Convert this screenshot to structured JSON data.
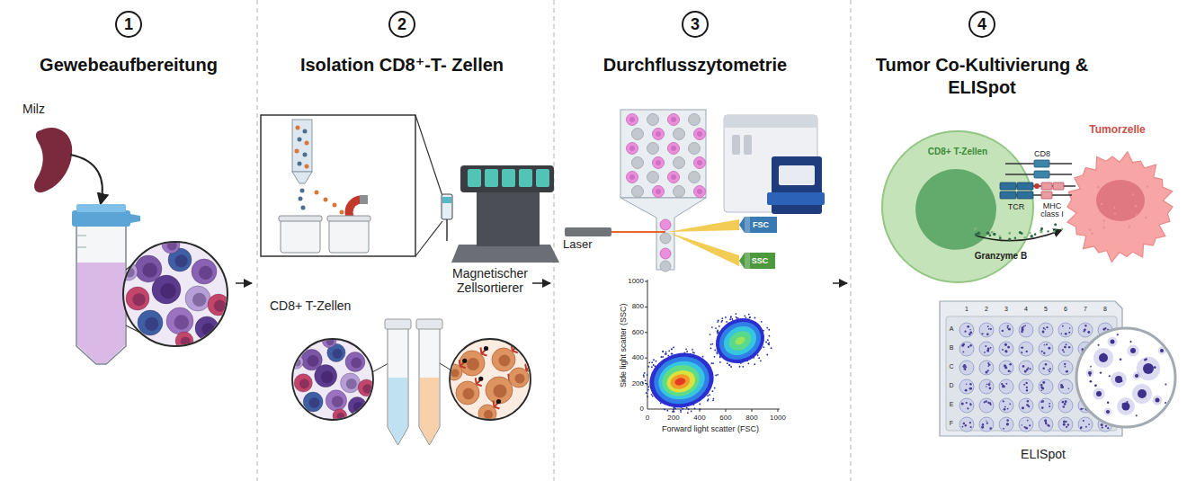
{
  "diagram": {
    "nodes": [
      {
        "text": [
          "Gewebeaufbereitung"
        ]
      },
      {
        "text": [
          "1"
        ],
        "in": 0
      },
      {
        "text": [
          "Isolation CD8⁺-T- Zellen"
        ]
      },
      {
        "text": [
          "2"
        ],
        "in": 2
      },
      {
        "text": [
          "Durchflusszytometrie"
        ]
      },
      {
        "text": [
          "3"
        ],
        "in": 4
      },
      {
        "text": [
          "FSC"
        ],
        "in": 4
      },
      {
        "text": [
          "SSC"
        ],
        "in": 4
      },
      {
        "text": [
          "Tumor Co-Kultivierung & ELISpot"
        ]
      },
      {
        "text": [
          "4"
        ],
        "in": 8
      },
      {
        "text": [
          "CD8+ T-Zellen"
        ],
        "in": 8
      },
      {
        "text": [
          "Tumorzelle"
        ],
        "in": 8
      }
    ],
    "edges": [
      {
        "from": 0,
        "to": 2,
        "arrow": "to"
      },
      {
        "from": 2,
        "to": 4,
        "arrow": "to"
      },
      {
        "from": 4,
        "to": 8,
        "arrow": "to"
      }
    ],
    "labels": [
      "Milz",
      "Magnetischer Zellsortierer",
      "CD8+ T-Zellen",
      "Laser",
      "1000",
      "800",
      "600",
      "400",
      "200",
      "0",
      "0",
      "200",
      "400",
      "600",
      "800",
      "1000",
      "Side light scatter (SSC)",
      "Forward light scatter (FSC)",
      "CD8",
      "TCR",
      "MHC class I",
      "Granzyme B",
      "1",
      "2",
      "3",
      "4",
      "5",
      "6",
      "7",
      "8",
      "A",
      "B",
      "C",
      "D",
      "E",
      "F",
      "ELISpot"
    ]
  }
}
